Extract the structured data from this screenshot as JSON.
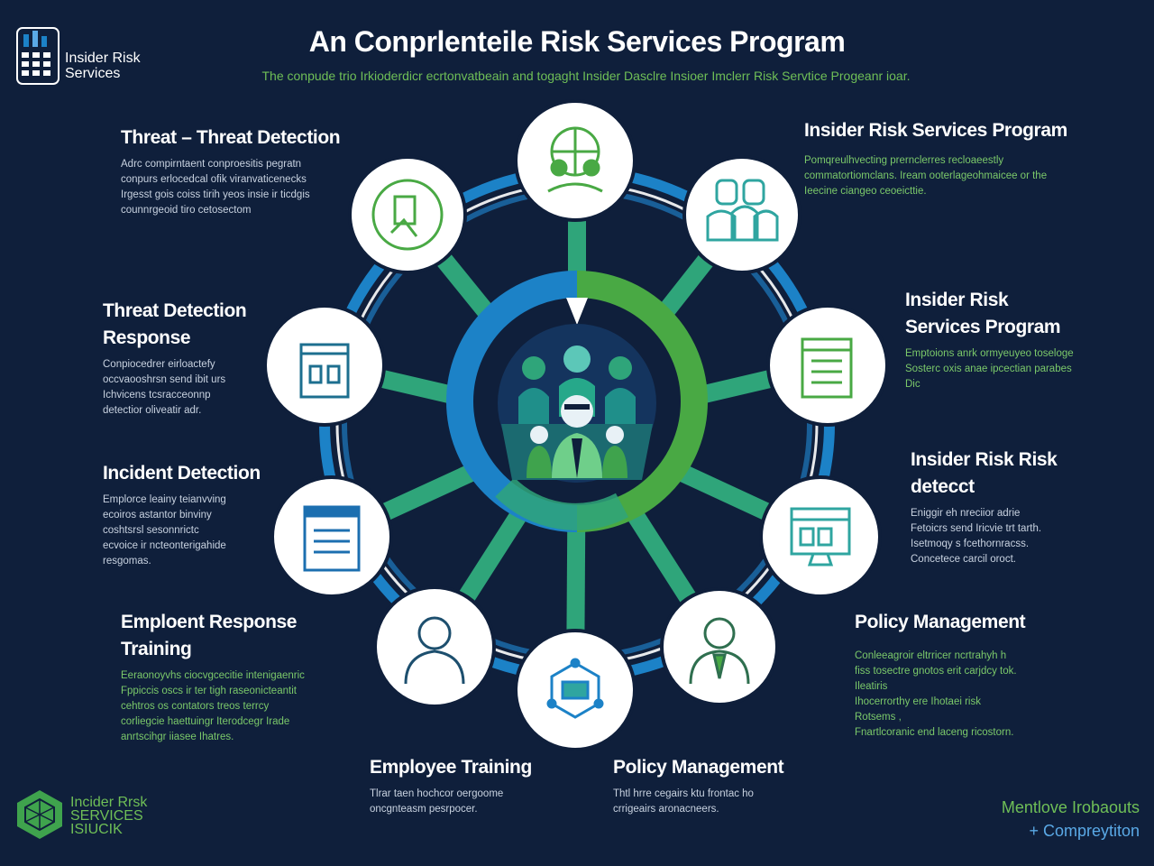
{
  "header": {
    "title": "An Conprlenteile Risk Services Program",
    "subtitle": "The conpude trio Irkioderdicr ecrtonvatbeain and togaght Insider Dasclre Insioer Imclerr Risk Servtice Progeanr ioar."
  },
  "logo_top_left": {
    "line1": "Insider Risk",
    "line2": "Services",
    "icon": "building-grid-icon"
  },
  "logo_bottom_left": {
    "line1": "Incider Rrsk",
    "line2": "SERVICES",
    "line3": "ISIUCIK",
    "icon": "green-hexagon-icon"
  },
  "bottom_right": {
    "line1": "Mentlove Irobaouts",
    "line2": "+ Compreytiton"
  },
  "center": {
    "icon": "team-group-icon"
  },
  "sections": [
    {
      "title": "Threat – Threat Detection",
      "desc": [
        "Adrc  compirntaent conproesitis pegratn",
        "conpurs erlocedcal ofik viranvaticenecks",
        "Irgesst gois  coiss tirih yeos insie ir ticdgis",
        "counnrgeoid  tiro cetosectom"
      ]
    },
    {
      "title_lines": [
        "Threat Detection",
        "Response"
      ],
      "desc": [
        "Conpiocedrer eirloactefy",
        "occvaooshrsn send ibit urs",
        "Ichvicens tcsracceonnp",
        "detectior oliveatir adr."
      ]
    },
    {
      "title": "Incident Detection",
      "desc": [
        "Emplorce leainy  teianvving",
        "ecoiros  astantor binviny",
        "coshtsrsl sesonnrictc",
        "ecvoice ir ncteonterigahide",
        "resgomas."
      ]
    },
    {
      "title_lines": [
        "Emploent Response",
        "Training"
      ],
      "desc": [
        "Eeraonoyvhs  ciocvgcecitie intenigaenric",
        "Fppiccis oscs ir ter tigh raseonicteantit",
        "cehtros os  contators treos terrcy",
        "corliegcie haettuingr Iterodcegr Irade",
        "anrtscihgr  iiasee Ihatres."
      ],
      "desc_style": "green"
    },
    {
      "title": "Employee Training",
      "desc": [
        "Tlrar  taen  hochcor  oergoome",
        "oncgnteasm  pesrpocer."
      ]
    },
    {
      "title": "Policy Management",
      "desc": [
        "Thtl hrre  cegairs  ktu frontac ho",
        "crrigeairs  aronacneers."
      ]
    },
    {
      "title": "Policy Management",
      "desc": [
        "Conleeagroir  eltrricer ncrtrahyh h",
        "fiss tosectre gnotos erit carjdcy tok.",
        "Ileatiris",
        "Ihocerrorthy ere Ihotaei risk",
        "Rotsems ,",
        "Fnartlcoranic end  laceng ricostorn."
      ],
      "desc_style": "green"
    },
    {
      "title_lines": [
        "Insider Risk Risk",
        "detecct"
      ],
      "desc": [
        "Eniggir eh nreciior adrie",
        "Fetoicrs send Iricvie  trt tarth.",
        "Isetmoqy  s fcethornracss.",
        "Concetece carcil oroct."
      ]
    },
    {
      "title_lines": [
        "Insider Risk",
        "Services Program"
      ],
      "desc": [
        "Emptoions  anrk ormyeuyeo  toseloge",
        "Sosterc oxis anae ipcectian parabes",
        "Dic"
      ],
      "desc_style": "green"
    },
    {
      "title": "Insider Risk Services Program",
      "desc": [
        "Pomqreulhvecting prernclerres  recloaeestly",
        "commatortiomclans. Iream  ooterlageohmaicee  or the",
        "Ieecine  ciangeo ceoeicttie."
      ],
      "desc_style": "green"
    }
  ],
  "nodes": [
    {
      "icon": "shield-group-icon"
    },
    {
      "icon": "people-group-icon"
    },
    {
      "icon": "document-list-icon"
    },
    {
      "icon": "monitor-icon"
    },
    {
      "icon": "manager-avatar-icon"
    },
    {
      "icon": "network-hub-icon"
    },
    {
      "icon": "person-avatar-icon"
    },
    {
      "icon": "form-document-icon"
    },
    {
      "icon": "building-icon"
    },
    {
      "icon": "screen-search-icon"
    }
  ],
  "colors": {
    "background": "#0f1f3b",
    "accent_green": "#3fa34d",
    "accent_blue": "#1c82c7",
    "teal": "#2fa57a",
    "text_green": "#6fbf57"
  }
}
